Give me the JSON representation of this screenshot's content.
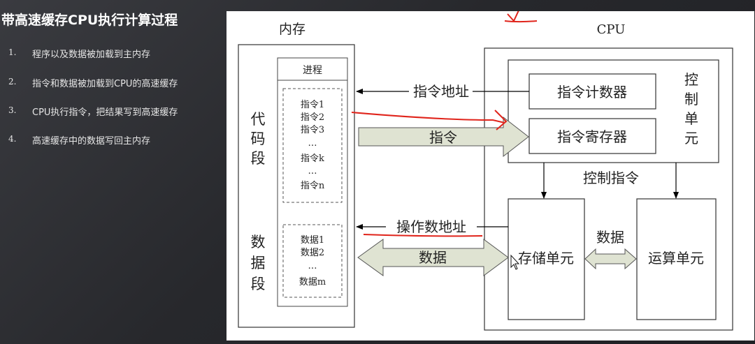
{
  "title": "带高速缓存CPU执行计算过程",
  "steps": [
    {
      "num": "1.",
      "text": "程序以及数据被加载到主内存"
    },
    {
      "num": "2.",
      "text": "指令和数据被加载到CPU的高速缓存"
    },
    {
      "num": "3.",
      "text": "CPU执行指令，把结果写到高速缓存"
    },
    {
      "num": "4.",
      "text": "高速缓存中的数据写回主内存"
    }
  ],
  "diagram": {
    "memory_title": "内存",
    "cpu_title": "CPU",
    "process_label": "进程",
    "code_segment": [
      "代",
      "码",
      "段"
    ],
    "instructions": [
      "指令1",
      "指令2",
      "指令3",
      "…",
      "指令k",
      "…",
      "指令n"
    ],
    "data_segment": [
      "数",
      "据",
      "段"
    ],
    "data_items": [
      "数据1",
      "数据2",
      "…",
      "数据m"
    ],
    "instruction_address": "指令地址",
    "instruction": "指令",
    "operand_address": "操作数地址",
    "data": "数据",
    "program_counter": "指令计数器",
    "instruction_register": "指令寄存器",
    "control_unit": [
      "控",
      "制",
      "单",
      "元"
    ],
    "control_instruction": "控制指令",
    "storage_unit": "存储单元",
    "alu_data": "数据",
    "alu": "运算单元"
  },
  "colors": {
    "background": "#2b2c30",
    "panel": "#ffffff",
    "arrow_fill": "#dfe3d2",
    "annotation_red": "#e0241b"
  }
}
